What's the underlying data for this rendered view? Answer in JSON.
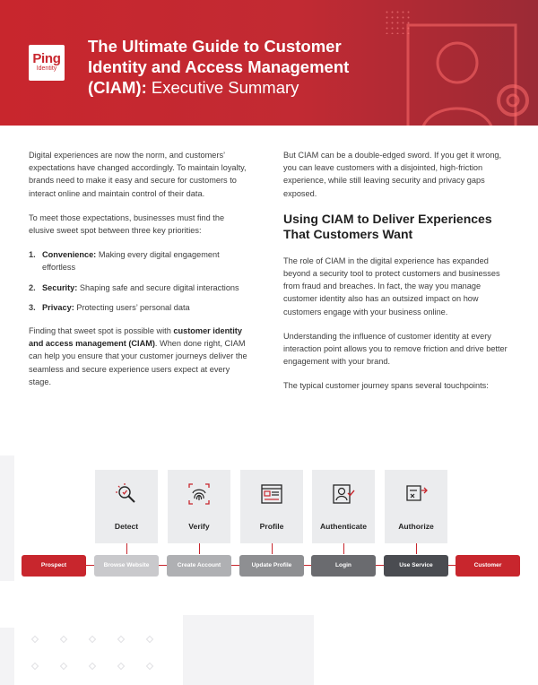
{
  "logo": {
    "word": "Ping",
    "sub": "Identity"
  },
  "header": {
    "title_bold": "The Ultimate Guide to Customer Identity and Access Management (CIAM):",
    "title_light": "Executive Summary"
  },
  "left_column": {
    "p1": "Digital experiences are now the norm, and customers’ expectations have changed accordingly. To maintain loyalty, brands need to make it easy and secure for customers to interact online and maintain control of their data.",
    "p2": "To meet those expectations, businesses must find the elusive sweet spot between three key priorities:",
    "priorities": [
      {
        "num": "1.",
        "term": "Convenience:",
        "text": "Making every digital engagement effortless"
      },
      {
        "num": "2.",
        "term": "Security:",
        "text": "Shaping safe and secure digital interactions"
      },
      {
        "num": "3.",
        "term": "Privacy:",
        "text": "Protecting users’ personal data"
      }
    ],
    "p3_start": "Finding that sweet spot is possible with",
    "p3_bold": "customer identity and access management (CIAM)",
    "p3_end": ". When done right, CIAM can help you ensure that your customer journeys deliver the seamless and secure experience users expect at every stage."
  },
  "right_column": {
    "p1": "But CIAM can be a double-edged sword. If you get it wrong, you can leave customers with a disjointed, high-friction experience, while still leaving security and privacy gaps exposed.",
    "heading": "Using CIAM to Deliver Experiences That Customers Want",
    "p2": "The role of CIAM in the digital experience has expanded beyond a security tool to protect customers and businesses from fraud and breaches. In fact, the way you manage customer identity also has an outsized impact on how customers engage with your business online.",
    "p3": "Understanding the influence of customer identity at every interaction point allows you to remove friction and drive better engagement with your brand.",
    "p4": "The typical customer journey spans several touchpoints:"
  },
  "journey": {
    "stages": [
      {
        "label": "Detect",
        "icon": "detect-magnifier-icon"
      },
      {
        "label": "Verify",
        "icon": "fingerprint-icon"
      },
      {
        "label": "Profile",
        "icon": "profile-card-icon"
      },
      {
        "label": "Authenticate",
        "icon": "user-check-icon"
      },
      {
        "label": "Authorize",
        "icon": "key-arrow-icon"
      }
    ],
    "steps": [
      {
        "label": "Prospect",
        "color": "#c8262d"
      },
      {
        "label": "Browse Website",
        "color": "#c9c9cc"
      },
      {
        "label": "Create Account",
        "color": "#afb0b3"
      },
      {
        "label": "Update Profile",
        "color": "#8e8f92"
      },
      {
        "label": "Login",
        "color": "#6a6b6f"
      },
      {
        "label": "Use Service",
        "color": "#4a4c51"
      },
      {
        "label": "Customer",
        "color": "#c8262d"
      }
    ]
  },
  "colors": {
    "brand_red": "#c8262d",
    "text": "#3d3d3d"
  }
}
